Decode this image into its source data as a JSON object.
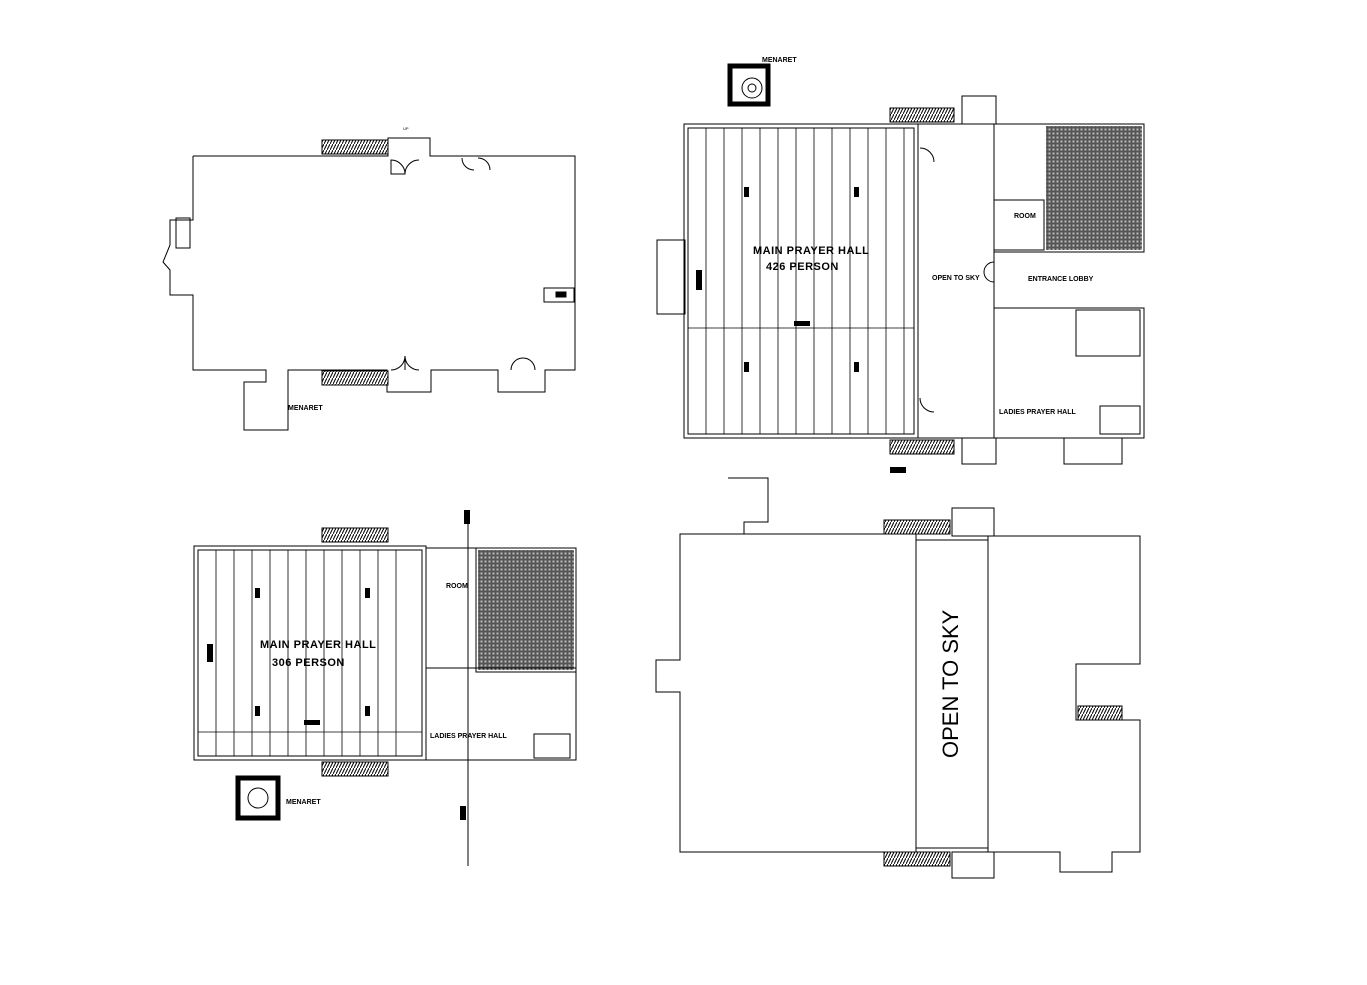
{
  "plans": {
    "top_left": {
      "menaret_label": "MENARET",
      "up_label": "UP"
    },
    "top_right": {
      "menaret_label": "MENARET",
      "main_hall_title": "MAIN PRAYER HALL",
      "main_hall_capacity": "426   PERSON",
      "open_to_sky": "OPEN TO SKY",
      "room_label": "ROOM",
      "entrance_lobby": "ENTRANCE LOBBY",
      "ladies_prayer_hall": "LADIES PRAYER HALL"
    },
    "bottom_left": {
      "main_hall_title": "MAIN PRAYER HALL",
      "main_hall_capacity": "306   PERSON",
      "room_label": "ROOM",
      "ladies_prayer_hall": "LADIES PRAYER HALL",
      "menaret_label": "MENARET"
    },
    "bottom_right": {
      "open_to_sky": "OPEN TO SKY"
    }
  },
  "colors": {
    "line": "#000000",
    "background": "#ffffff"
  }
}
